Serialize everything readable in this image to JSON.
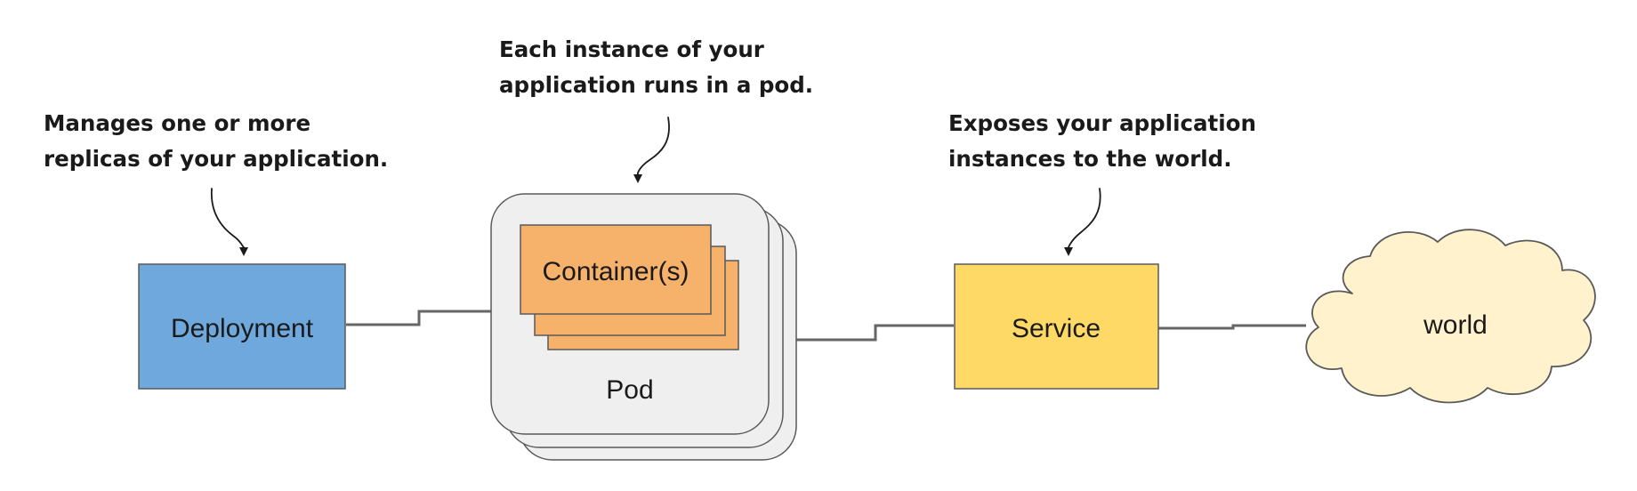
{
  "annotations": {
    "deployment": {
      "lines": [
        "Manages one or more",
        "replicas of your application."
      ]
    },
    "pod": {
      "lines": [
        "Each instance of your",
        "application runs in a pod."
      ]
    },
    "service": {
      "lines": [
        "Exposes your application",
        "instances to the world."
      ]
    }
  },
  "nodes": {
    "deployment": {
      "label": "Deployment",
      "color": "#6fa8dc"
    },
    "pod": {
      "label": "Pod",
      "color": "#efefef"
    },
    "container": {
      "label": "Container(s)",
      "color": "#f6b26b"
    },
    "service": {
      "label": "Service",
      "color": "#ffd966"
    },
    "world": {
      "label": "world",
      "color": "#fff2cc"
    }
  },
  "colors": {
    "border": "#595959",
    "connector": "#666666",
    "text": "#1a1a1a"
  }
}
